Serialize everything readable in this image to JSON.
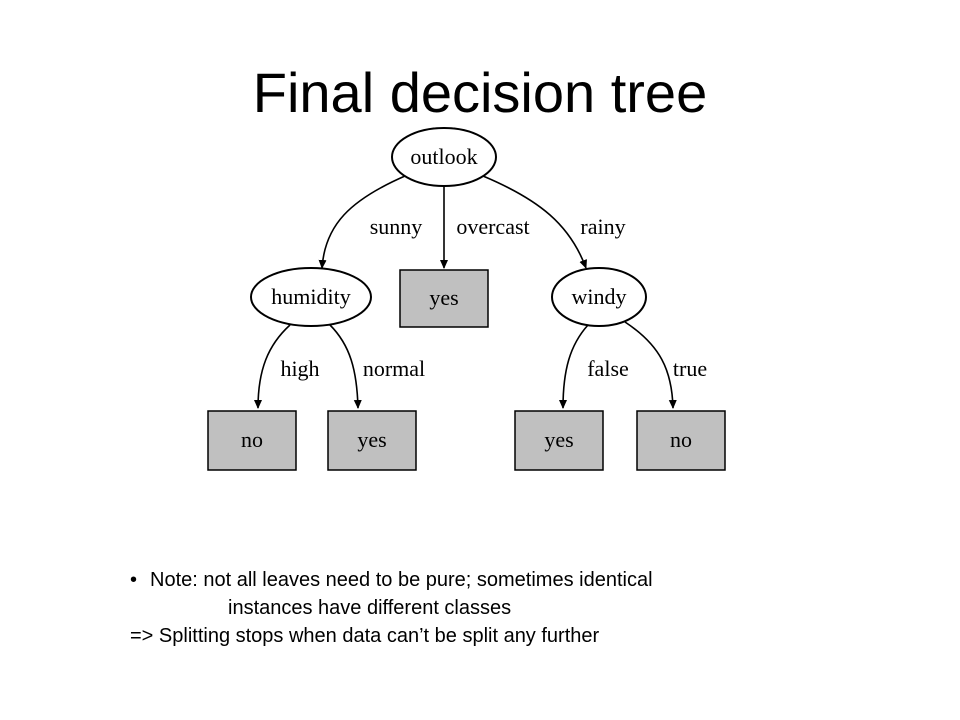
{
  "slide": {
    "title": "Final decision tree"
  },
  "tree": {
    "root": {
      "label": "outlook"
    },
    "root_edges": {
      "left": "sunny",
      "middle": "overcast",
      "right": "rainy"
    },
    "left_node": {
      "label": "humidity"
    },
    "middle_leaf": {
      "label": "yes"
    },
    "right_node": {
      "label": "windy"
    },
    "left_edges": {
      "left": "high",
      "right": "normal"
    },
    "right_edges": {
      "left": "false",
      "right": "true"
    },
    "leaves": {
      "humidity_high": "no",
      "humidity_normal": "yes",
      "windy_false": "yes",
      "windy_true": "no"
    }
  },
  "notes": {
    "bullet_symbol": "•",
    "line1": "Note: not all leaves need to be pure; sometimes identical",
    "line2": "instances have different classes",
    "line3": "=> Splitting stops when data can’t be split any further"
  }
}
